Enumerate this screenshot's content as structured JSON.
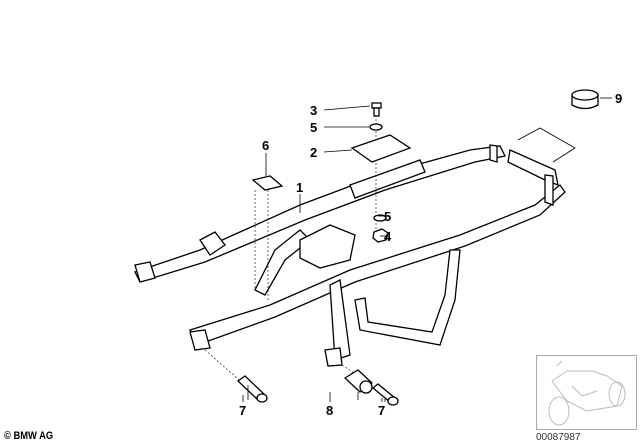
{
  "callouts": {
    "c3": "3",
    "c5a": "5",
    "c2": "2",
    "c6": "6",
    "c1": "1",
    "c5b": "5",
    "c4": "4",
    "c9": "9",
    "c7a": "7",
    "c8": "8",
    "c7b": "7"
  },
  "footer": {
    "copyright": "© BMW AG",
    "diagram_id": "00087987"
  }
}
